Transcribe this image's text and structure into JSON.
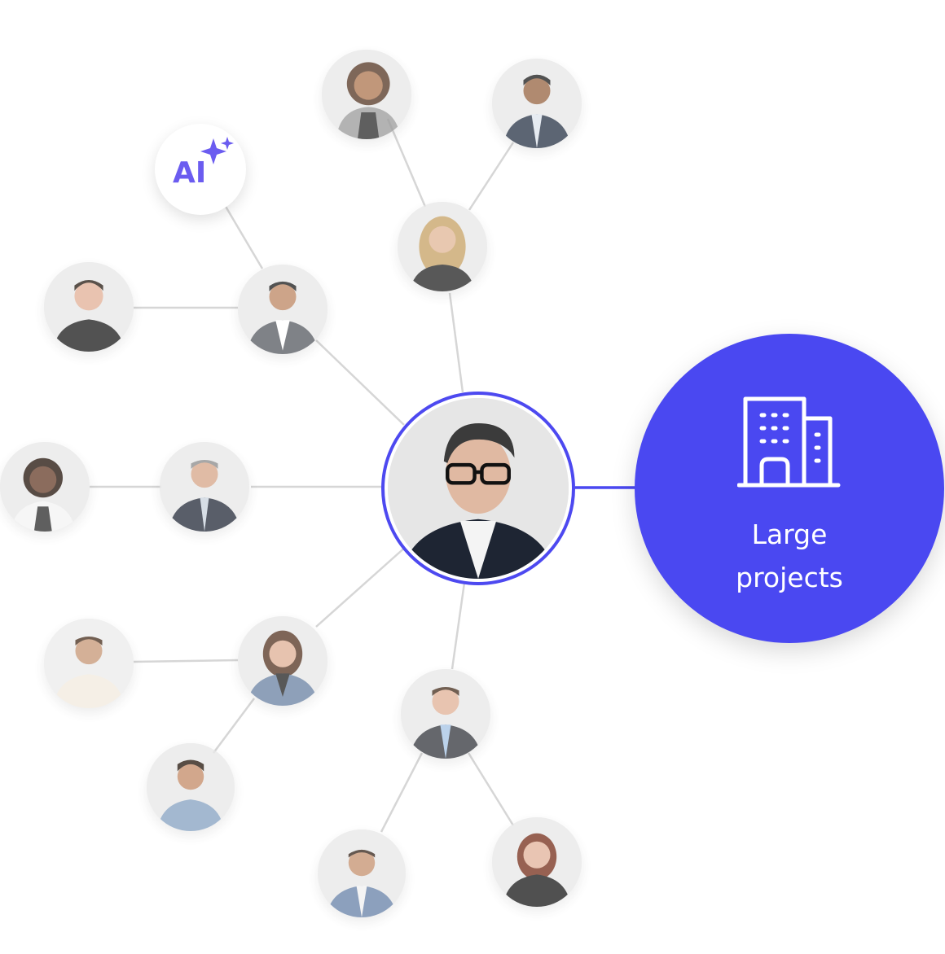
{
  "ai_badge": {
    "label": "AI",
    "icon": "sparkle-icon",
    "color": "#6b5cf0"
  },
  "project": {
    "label_line1": "Large",
    "label_line2": "projects",
    "icon": "building-icon",
    "color": "#4a48f1"
  },
  "colors": {
    "accent": "#4a48f1",
    "edge": "#d6d6d6",
    "ring": "#4d49f0"
  }
}
